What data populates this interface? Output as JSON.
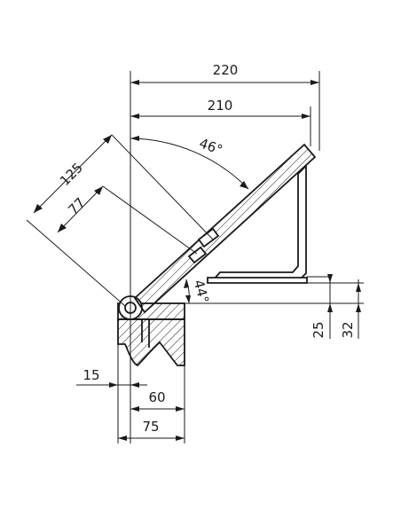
{
  "drawing": {
    "dimensions": {
      "overall_width": "220",
      "width_inner": "210",
      "depth_inner": "77",
      "depth_outer": "125",
      "angle_open": "46°",
      "angle_closed": "44°",
      "height_25": "25",
      "height_32": "32",
      "base_15": "15",
      "base_60": "60",
      "base_75": "75"
    }
  }
}
